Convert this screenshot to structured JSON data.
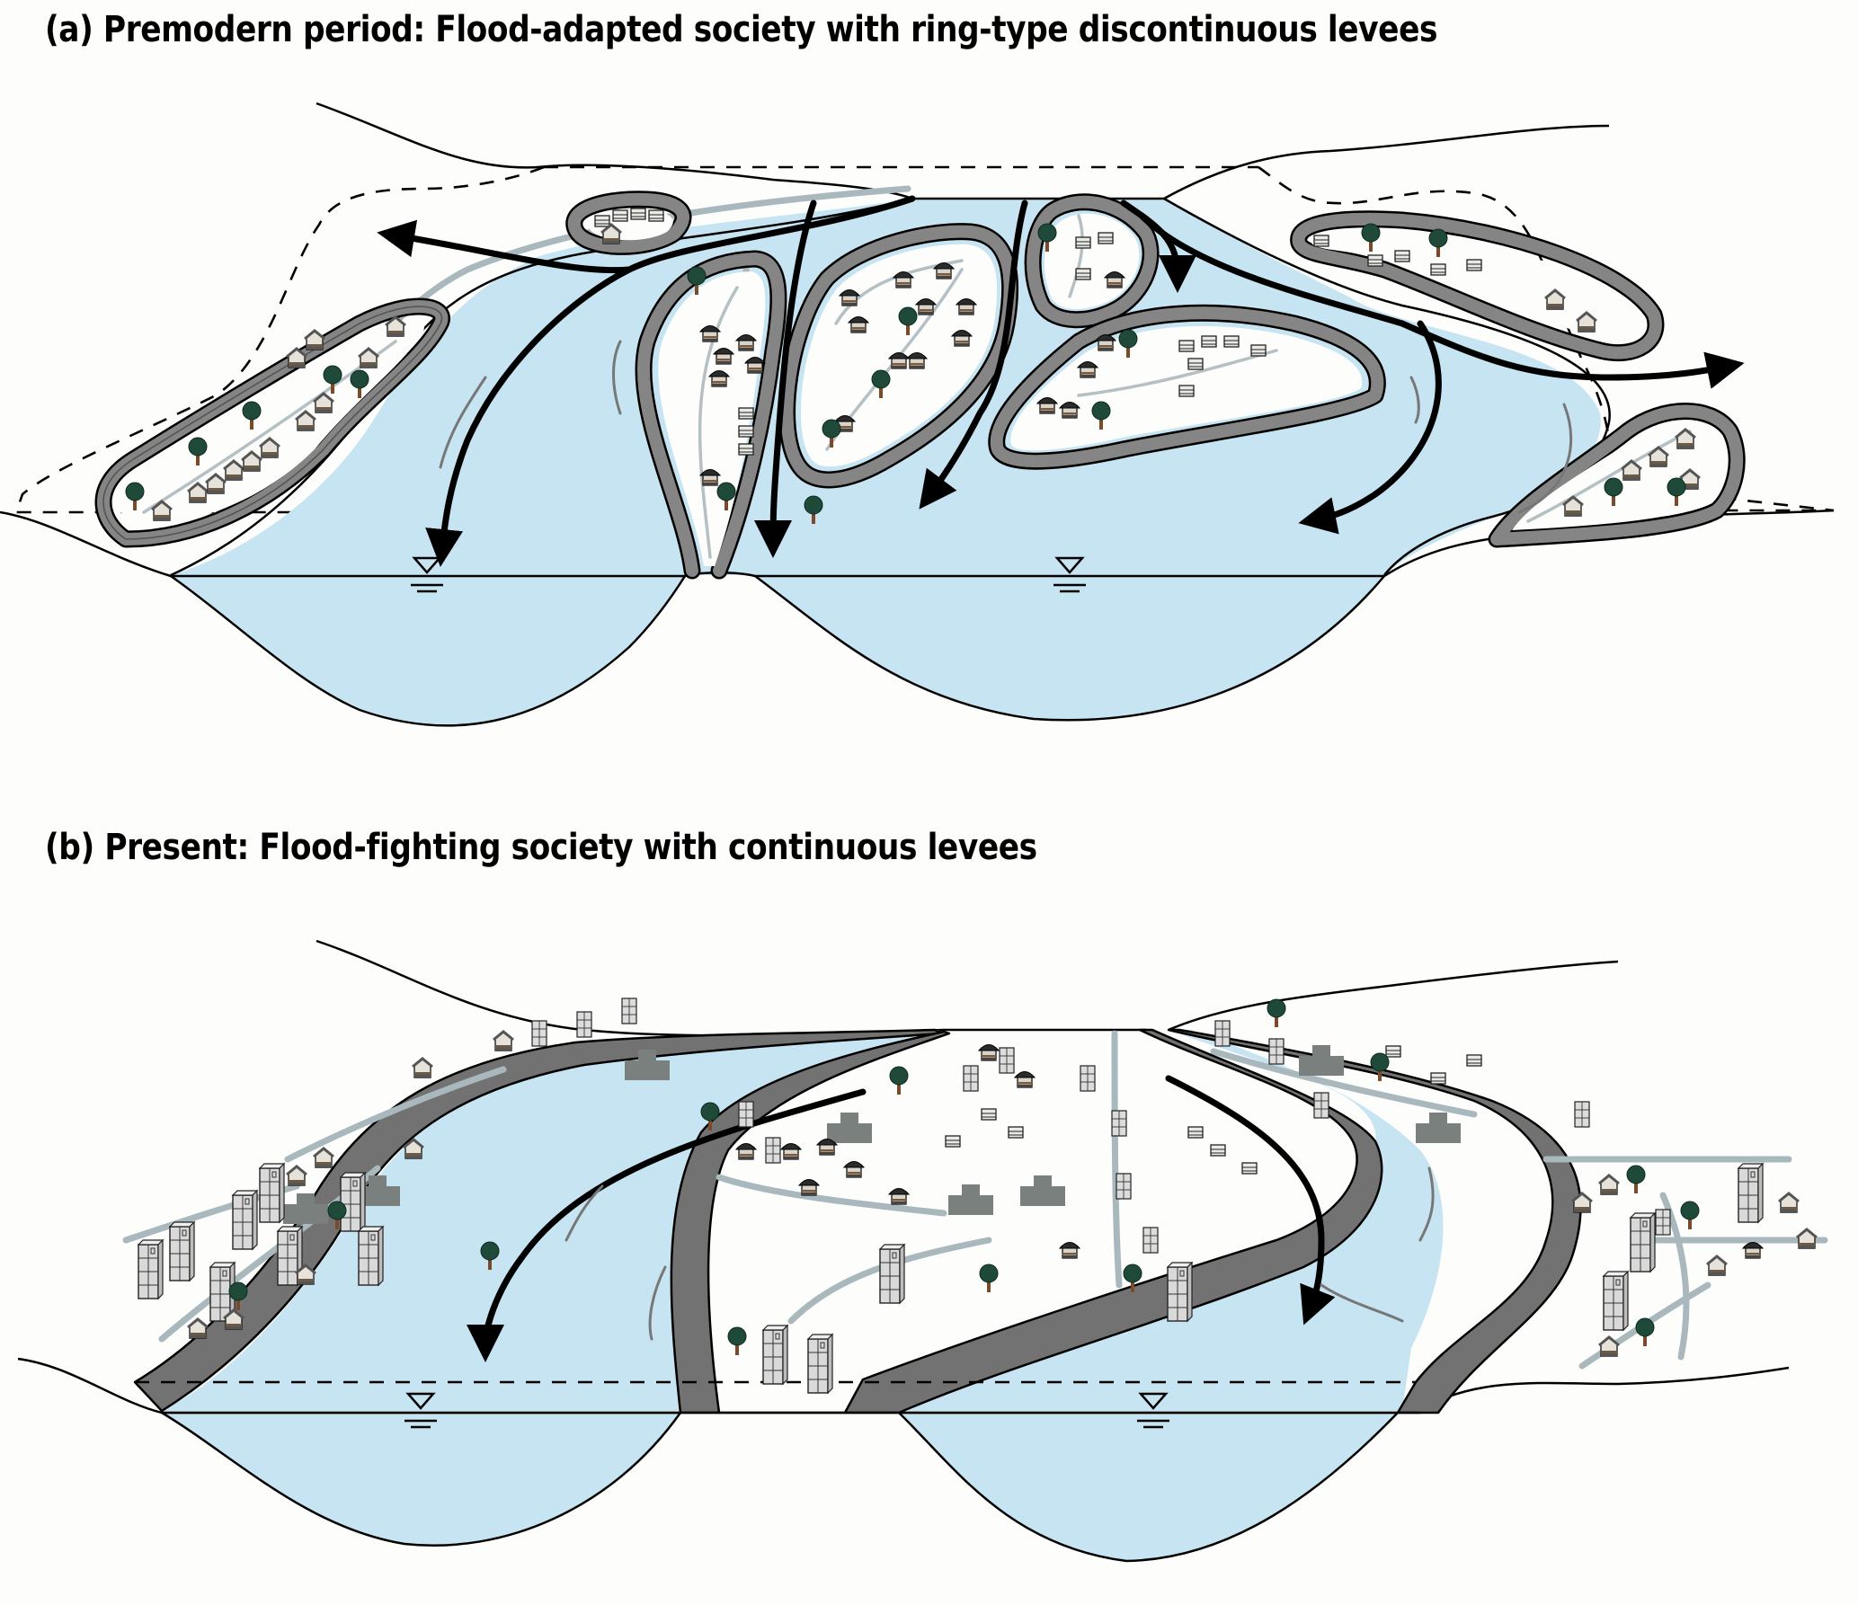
{
  "figure": {
    "panel_a": {
      "title": "(a) Premodern period: Flood-adapted society with ring-type discontinuous levees",
      "levee_type": "ring-type discontinuous",
      "flow_arrow_count": 7,
      "water_level_symbol": "water-level-triangle"
    },
    "panel_b": {
      "title": "(b) Present: Flood-fighting society with continuous levees",
      "levee_type": "continuous",
      "flow_arrow_count": 2,
      "water_level_symbol": "water-level-triangle"
    }
  },
  "colors": {
    "water": "#c6e4f1",
    "levee": "#858585",
    "levee_dark": "#727272",
    "road": "#a9b8bc",
    "tree": "#1f4a3a",
    "trunk": "#7a4a2a",
    "house_light": "#e6e2da",
    "house_dark": "#2b2b2b",
    "building": "#d9d9d9",
    "large_building": "#7a807e",
    "background": "#fdfdfb"
  },
  "icons": {
    "house": "house-icon",
    "traditional_house": "traditional-house-icon",
    "apartment": "apartment-building-icon",
    "tree": "tree-icon",
    "flow": "flow-arrow-icon",
    "water_level": "water-level-icon"
  }
}
